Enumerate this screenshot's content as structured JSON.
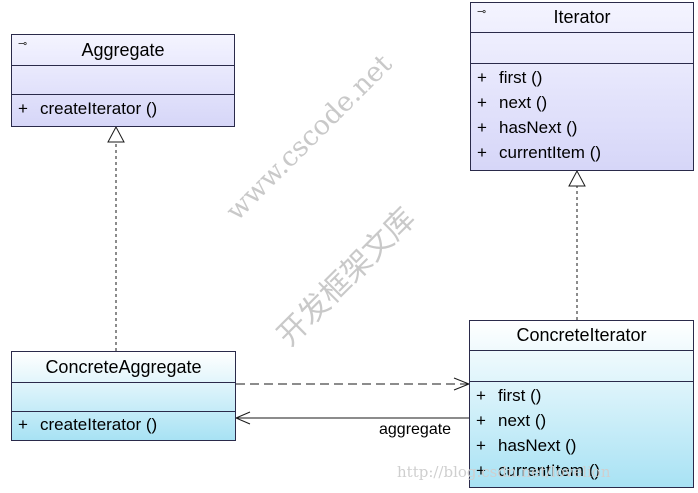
{
  "classes": {
    "aggregate": {
      "name": "Aggregate",
      "stereotype_icon": "interface-icon",
      "operations": [
        "createIterator ()"
      ]
    },
    "iterator": {
      "name": "Iterator",
      "stereotype_icon": "interface-icon",
      "operations": [
        "first ()",
        "next ()",
        "hasNext ()",
        "currentItem ()"
      ]
    },
    "concrete_aggregate": {
      "name": "ConcreteAggregate",
      "operations": [
        "createIterator ()"
      ]
    },
    "concrete_iterator": {
      "name": "ConcreteIterator",
      "operations": [
        "first ()",
        "next ()",
        "hasNext ()",
        "currentItem ()"
      ]
    }
  },
  "visibility_symbol": "+",
  "stereotype_glyph": "⊸",
  "associations": {
    "aggregate_label": "aggregate"
  },
  "watermarks": {
    "site": "www.cscode.net",
    "site_cn": "开发框架文库",
    "url": "http://blog.csdn.net/lovelion"
  },
  "colors": {
    "interface_fill": "#d6d6f8",
    "concrete_fill": "#a8e2f4",
    "line": "#1a1a1a"
  }
}
